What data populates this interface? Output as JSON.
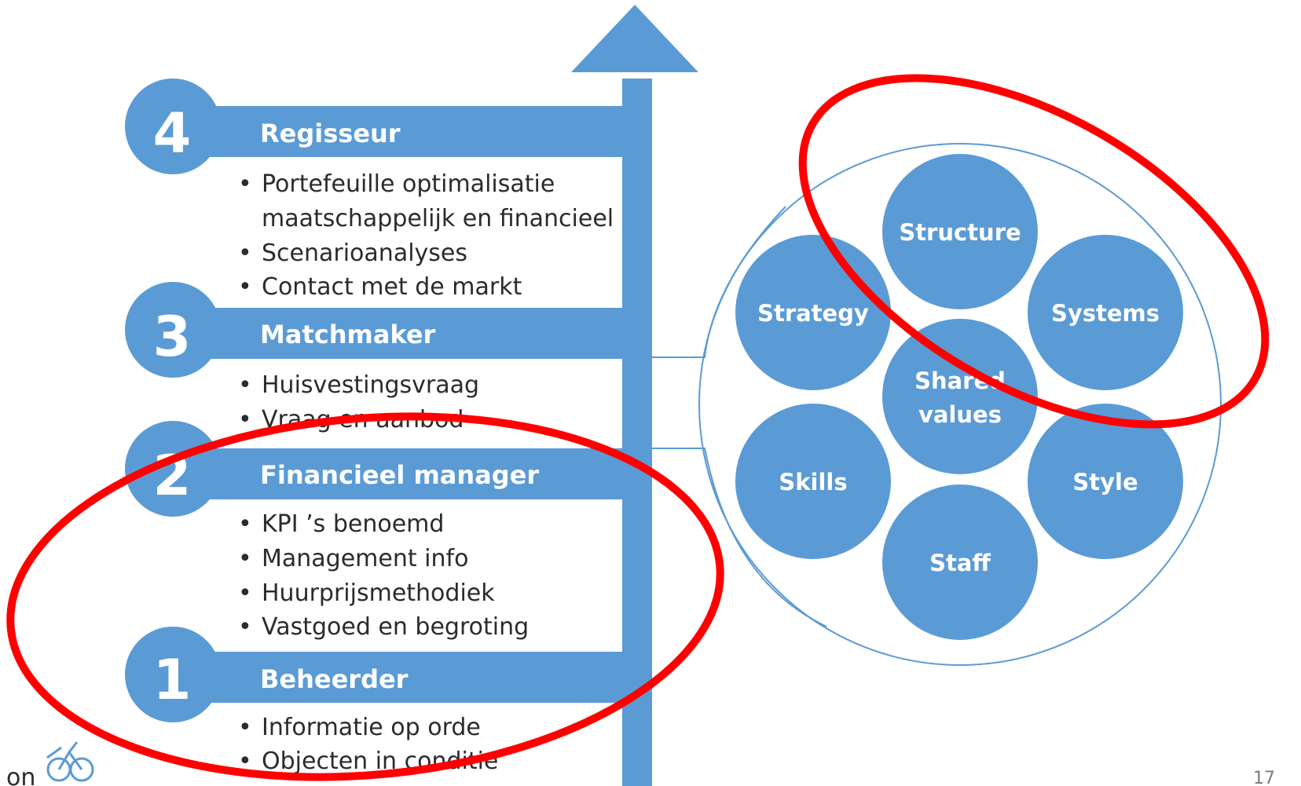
{
  "colors": {
    "blue": "#5b9bd5",
    "red": "#ff0000",
    "text": "#2b2b2b"
  },
  "levels": [
    {
      "number": "4",
      "title": "Regisseur",
      "bullets": [
        "Portefeuille optimalisatie",
        "maatschappelijk en financieel",
        "Scenarioanalyses",
        "Contact met de markt"
      ]
    },
    {
      "number": "3",
      "title": "Matchmaker",
      "bullets": [
        "Huisvestingsvraag",
        "Vraag en aanbod"
      ]
    },
    {
      "number": "2",
      "title": "Financieel manager",
      "bullets": [
        "KPI ’s benoemd",
        "Management info",
        "Huurprijsmethodiek",
        "Vastgoed en begroting"
      ]
    },
    {
      "number": "1",
      "title": "Beheerder",
      "bullets": [
        "Informatie op orde",
        "Objecten in conditie"
      ]
    }
  ],
  "seven_s": {
    "structure": "Structure",
    "strategy": "Strategy",
    "systems": "Systems",
    "shared_values_line1": "Shared",
    "shared_values_line2": "values",
    "skills": "Skills",
    "style": "Style",
    "staff": "Staff"
  },
  "footer": {
    "page_number": "17",
    "logo_text": "on"
  },
  "icons": {
    "logo": "bicycle-logo-icon",
    "arrow": "up-arrow-icon"
  }
}
